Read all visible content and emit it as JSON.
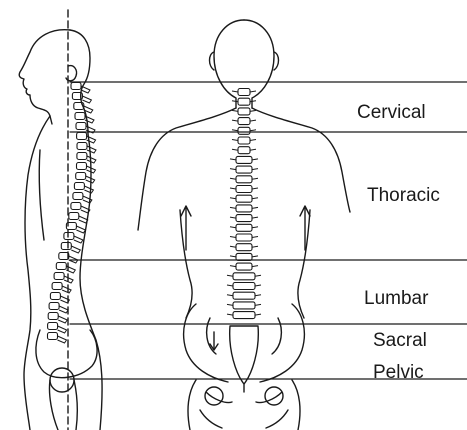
{
  "regions": [
    {
      "key": "cervical",
      "label": "Cervical"
    },
    {
      "key": "thoracic",
      "label": "Thoracic"
    },
    {
      "key": "lumbar",
      "label": "Lumbar"
    },
    {
      "key": "sacral",
      "label": "Sacral"
    },
    {
      "key": "pelvic",
      "label": "Pelvic"
    }
  ],
  "colors": {
    "ink": "#1a1a1a",
    "background": "#ffffff"
  }
}
